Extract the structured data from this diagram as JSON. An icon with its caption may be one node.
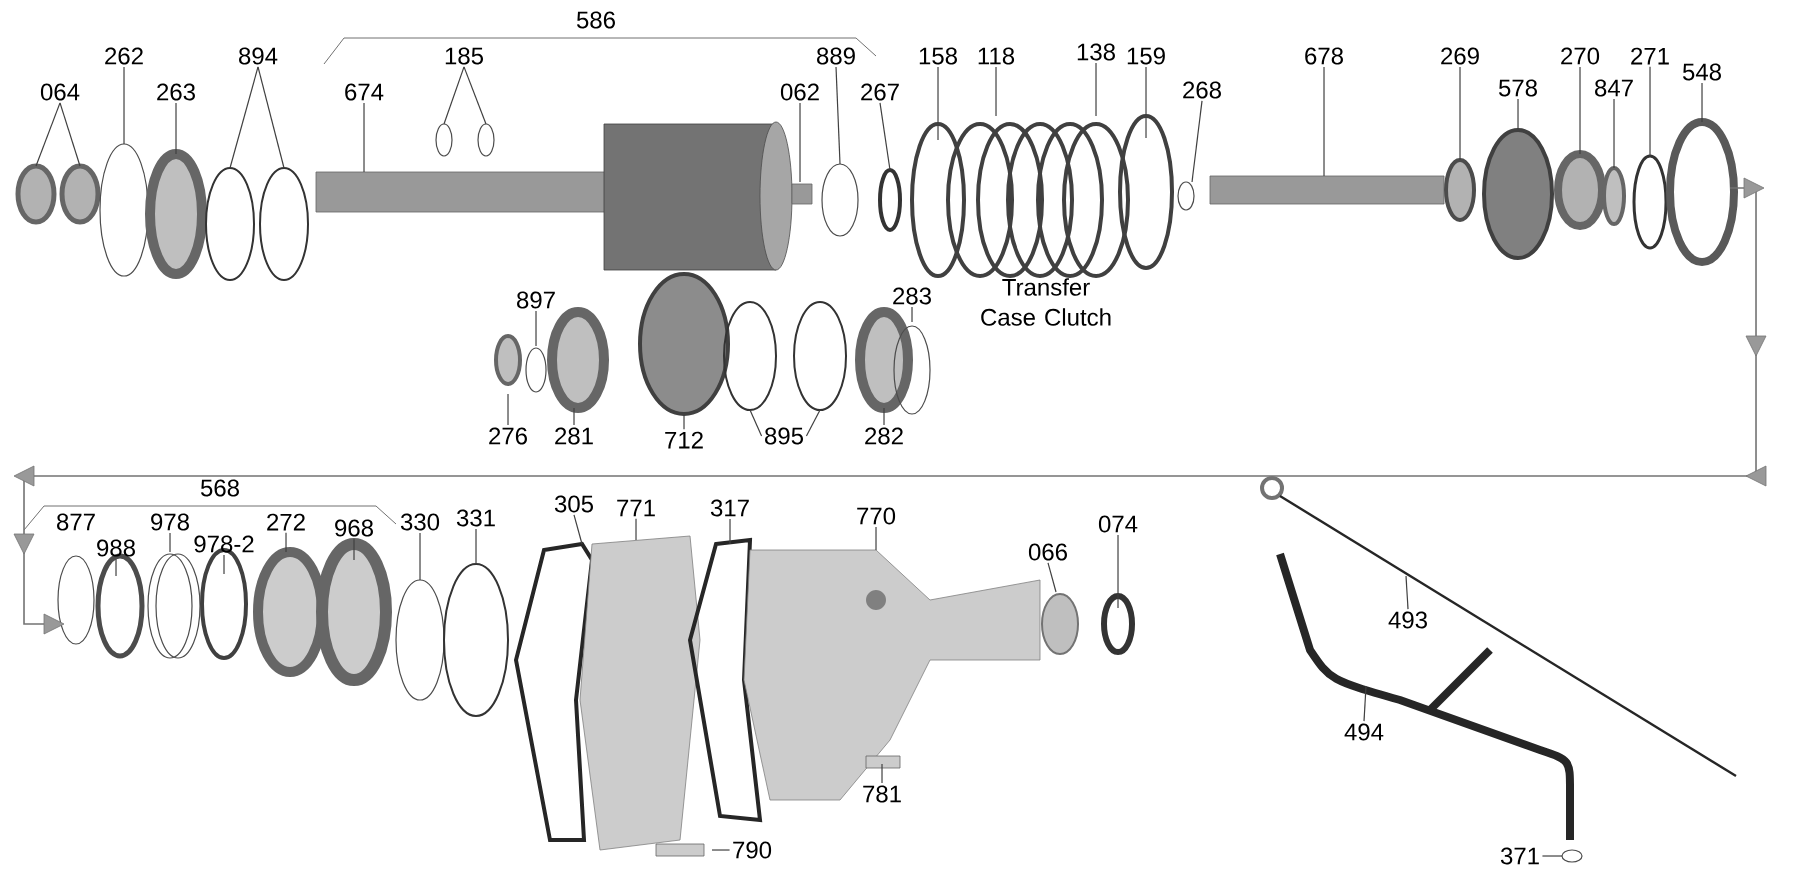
{
  "diagram": {
    "nodes": [
      {
        "text": [
          "064"
        ]
      },
      {
        "text": [
          "262"
        ]
      },
      {
        "text": [
          "263"
        ]
      },
      {
        "text": [
          "894"
        ]
      },
      {
        "text": [
          "674"
        ]
      },
      {
        "text": [
          "185"
        ]
      },
      {
        "text": [
          "889"
        ]
      },
      {
        "text": [
          "062"
        ]
      },
      {
        "text": [
          "267"
        ]
      },
      {
        "text": [
          "158"
        ]
      },
      {
        "text": [
          "118"
        ]
      },
      {
        "text": [
          "138"
        ]
      },
      {
        "text": [
          "159"
        ]
      },
      {
        "text": [
          "268"
        ]
      },
      {
        "text": [
          "678"
        ]
      },
      {
        "text": [
          "269"
        ]
      },
      {
        "text": [
          "578"
        ]
      },
      {
        "text": [
          "270"
        ]
      },
      {
        "text": [
          "847"
        ]
      },
      {
        "text": [
          "271"
        ]
      },
      {
        "text": [
          "548"
        ]
      },
      {
        "text": [
          "897"
        ]
      },
      {
        "text": [
          "283"
        ]
      },
      {
        "text": [
          "276"
        ]
      },
      {
        "text": [
          "281"
        ]
      },
      {
        "text": [
          "712"
        ]
      },
      {
        "text": [
          "895"
        ]
      },
      {
        "text": [
          "282"
        ]
      },
      {
        "text": [
          "988"
        ]
      },
      {
        "text": [
          "978"
        ]
      },
      {
        "text": [
          "978-2"
        ]
      },
      {
        "text": [
          "272"
        ]
      },
      {
        "text": [
          "968"
        ]
      },
      {
        "text": [
          "330"
        ]
      },
      {
        "text": [
          "331"
        ]
      },
      {
        "text": [
          "305"
        ]
      },
      {
        "text": [
          "771"
        ]
      },
      {
        "text": [
          "317"
        ]
      },
      {
        "text": [
          "770"
        ]
      },
      {
        "text": [
          "066"
        ]
      },
      {
        "text": [
          "074"
        ]
      },
      {
        "text": [
          "493"
        ]
      },
      {
        "text": [
          "494"
        ]
      },
      {
        "text": [
          "781"
        ]
      },
      {
        "text": [
          "790"
        ]
      },
      {
        "text": [
          "371"
        ]
      }
    ],
    "edges": [
      {
        "from": 0,
        "to": null,
        "arrow": "none"
      },
      {
        "from": 0,
        "to": null,
        "arrow": "none"
      },
      {
        "from": 1,
        "to": null,
        "arrow": "none"
      },
      {
        "from": 2,
        "to": null,
        "arrow": "none"
      },
      {
        "from": 3,
        "to": null,
        "arrow": "none"
      },
      {
        "from": 3,
        "to": null,
        "arrow": "none"
      },
      {
        "from": 4,
        "to": null,
        "arrow": "none"
      },
      {
        "from": 5,
        "to": null,
        "arrow": "none"
      },
      {
        "from": 5,
        "to": null,
        "arrow": "none"
      },
      {
        "from": 6,
        "to": null,
        "arrow": "none"
      },
      {
        "from": 7,
        "to": null,
        "arrow": "none"
      },
      {
        "from": 8,
        "to": null,
        "arrow": "none"
      },
      {
        "from": 9,
        "to": null,
        "arrow": "none"
      },
      {
        "from": 10,
        "to": null,
        "arrow": "none"
      },
      {
        "from": 11,
        "to": null,
        "arrow": "none"
      },
      {
        "from": 12,
        "to": null,
        "arrow": "none"
      },
      {
        "from": 13,
        "to": null,
        "arrow": "none"
      },
      {
        "from": 14,
        "to": null,
        "arrow": "none"
      },
      {
        "from": 15,
        "to": null,
        "arrow": "none"
      },
      {
        "from": 16,
        "to": null,
        "arrow": "none"
      },
      {
        "from": 17,
        "to": null,
        "arrow": "none"
      },
      {
        "from": 18,
        "to": null,
        "arrow": "none"
      },
      {
        "from": 19,
        "to": null,
        "arrow": "none"
      },
      {
        "from": 20,
        "to": null,
        "arrow": "none"
      },
      {
        "from": 21,
        "to": null,
        "arrow": "none"
      },
      {
        "from": 22,
        "to": null,
        "arrow": "none"
      },
      {
        "from": 23,
        "to": null,
        "arrow": "none"
      },
      {
        "from": 24,
        "to": null,
        "arrow": "none"
      },
      {
        "from": 25,
        "to": null,
        "arrow": "none"
      },
      {
        "from": 26,
        "to": null,
        "arrow": "none"
      },
      {
        "from": 26,
        "to": null,
        "arrow": "none"
      },
      {
        "from": 27,
        "to": null,
        "arrow": "none"
      },
      {
        "from": 28,
        "to": null,
        "arrow": "none"
      },
      {
        "from": 29,
        "to": null,
        "arrow": "none"
      },
      {
        "from": 30,
        "to": null,
        "arrow": "none"
      },
      {
        "from": 31,
        "to": null,
        "arrow": "none"
      },
      {
        "from": 32,
        "to": null,
        "arrow": "none"
      },
      {
        "from": 33,
        "to": null,
        "arrow": "none"
      },
      {
        "from": 34,
        "to": null,
        "arrow": "none"
      },
      {
        "from": 35,
        "to": null,
        "arrow": "none"
      },
      {
        "from": 36,
        "to": null,
        "arrow": "none"
      },
      {
        "from": 37,
        "to": null,
        "arrow": "none"
      },
      {
        "from": 38,
        "to": null,
        "arrow": "none"
      },
      {
        "from": 39,
        "to": null,
        "arrow": "none"
      },
      {
        "from": 40,
        "to": null,
        "arrow": "none"
      },
      {
        "from": 41,
        "to": null,
        "arrow": "none"
      },
      {
        "from": 42,
        "to": null,
        "arrow": "none"
      },
      {
        "from": 43,
        "to": null,
        "arrow": "none"
      },
      {
        "from": 44,
        "to": null,
        "arrow": "none"
      },
      {
        "from": 45,
        "to": null,
        "arrow": "none"
      }
    ],
    "labels": [
      "586",
      "Transfer Case Clutch",
      "568",
      "877"
    ]
  }
}
